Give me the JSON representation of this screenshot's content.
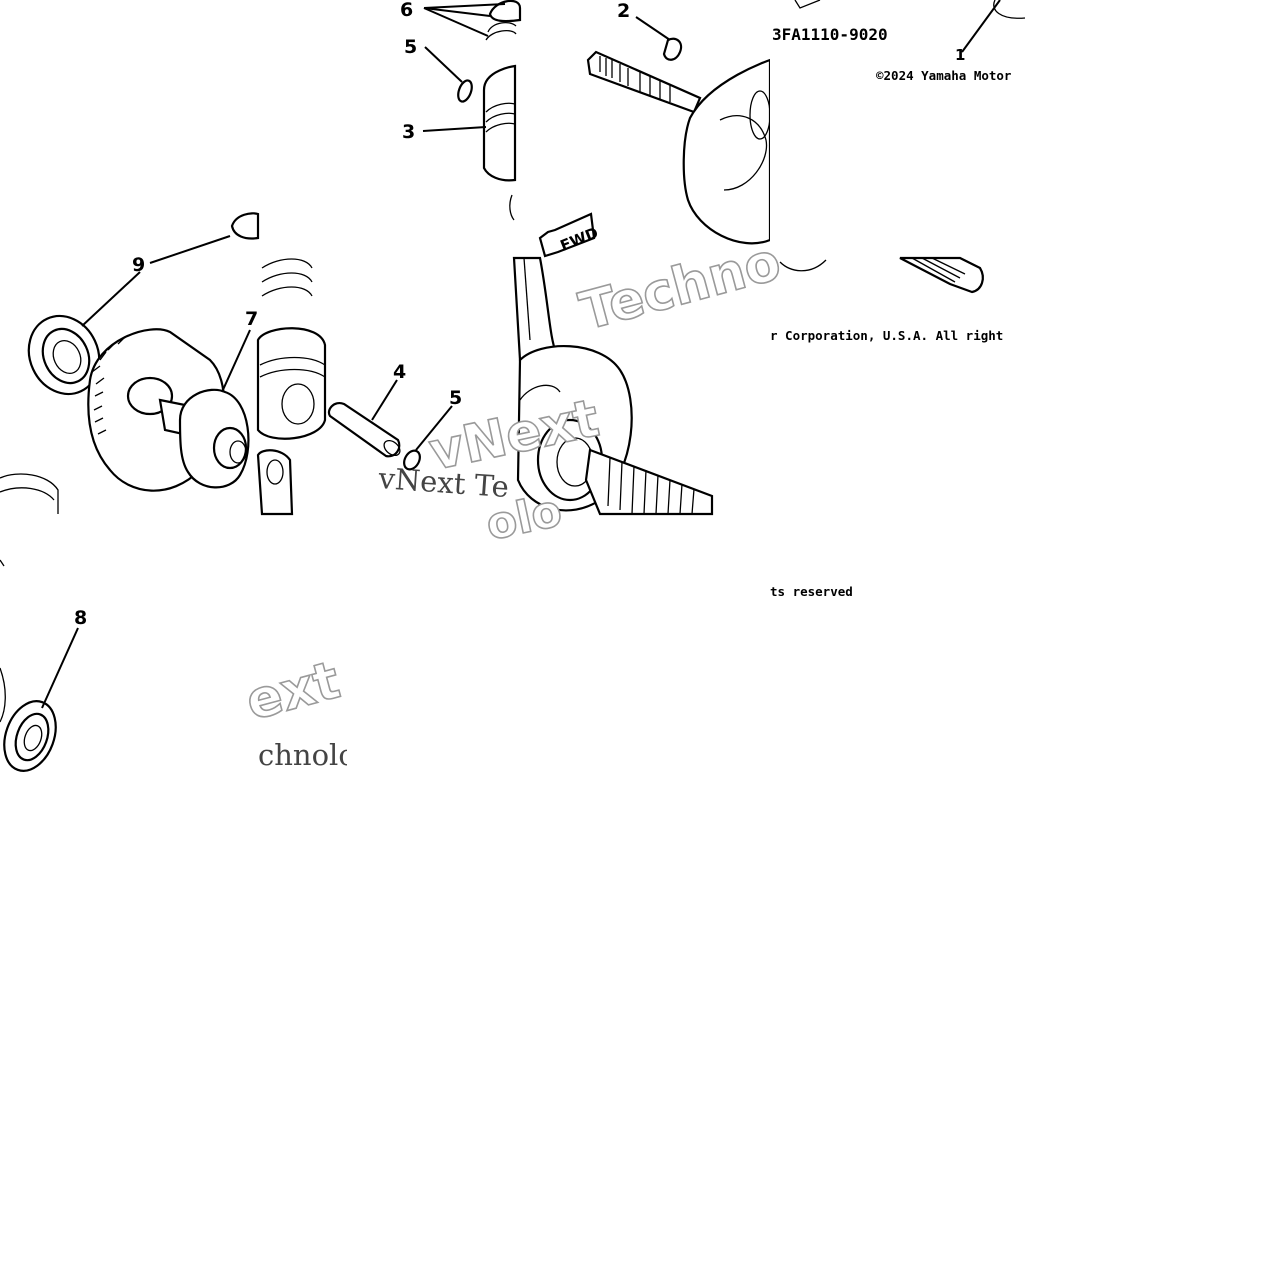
{
  "diagram": {
    "part_code": "3FA1110-9020",
    "copyright_1": "©2024 Yamaha Motor",
    "copyright_2": "r Corporation, U.S.A. All right",
    "copyright_3": "ts reserved",
    "fwd_label": "FWD",
    "callouts": {
      "c1": "1",
      "c2": "2",
      "c3": "3",
      "c4": "4",
      "c5a": "5",
      "c5b": "5",
      "c6": "6",
      "c7": "7",
      "c8": "8",
      "c9": "9"
    },
    "watermarks": {
      "w1": "Techno",
      "w2": "vNext",
      "w3": "vNext Te",
      "w4": "ext",
      "w5": "chnolo",
      "w6": "olo"
    }
  }
}
